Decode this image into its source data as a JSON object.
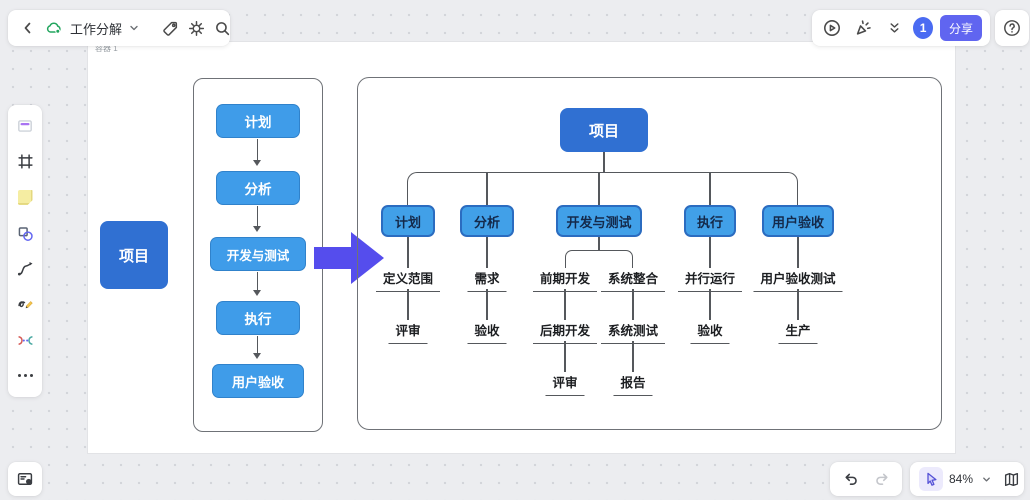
{
  "colors": {
    "node_blue": "#3070d2",
    "step_blue": "#3f9ce9",
    "child_blue": "#41a0e8",
    "child_border": "#2b6cc0",
    "child_text": "#14294a",
    "arrow_violet": "#554ded",
    "share_bg": "#6065f0",
    "badge_bg": "#4a6bf2",
    "line": "#55585c"
  },
  "topbar_left": {
    "title": "工作分解",
    "icons": [
      "back-icon",
      "cloud-sync-icon",
      "caret-down-icon",
      "tag-icon",
      "gear-icon",
      "search-icon"
    ]
  },
  "topbar_right": {
    "icons": [
      "play-circle-icon",
      "laser-pointer-icon",
      "double-chevron-down-icon"
    ],
    "badge": "1",
    "share_label": "分享",
    "help_label": "?"
  },
  "sidebar": {
    "icons": [
      "template-icon",
      "frame-icon",
      "sticky-note-icon",
      "shapes-icon",
      "connector-curve-icon",
      "pen-icon",
      "relation-icon",
      "more-icon"
    ]
  },
  "canvas": {
    "container_label": "容器 1",
    "flow": {
      "root": "项目",
      "steps": [
        "计划",
        "分析",
        "开发与测试",
        "执行",
        "用户验收"
      ]
    },
    "tree": {
      "root": "项目",
      "branches": [
        {
          "label": "计划",
          "items": [
            "定义范围",
            "评审"
          ]
        },
        {
          "label": "分析",
          "items": [
            "需求",
            "验收"
          ]
        },
        {
          "label": "开发与测试",
          "left_items": [
            "前期开发",
            "后期开发",
            "评审"
          ],
          "right_items": [
            "系统整合",
            "系统测试",
            "报告"
          ]
        },
        {
          "label": "执行",
          "items": [
            "并行运行",
            "验收"
          ]
        },
        {
          "label": "用户验收",
          "items": [
            "用户验收测试",
            "生产"
          ]
        }
      ]
    }
  },
  "bottombar": {
    "zoom_level": "84%",
    "icons": [
      "undo-icon",
      "redo-icon",
      "cursor-icon",
      "caret-down-icon",
      "minimap-icon",
      "slides-icon"
    ]
  }
}
